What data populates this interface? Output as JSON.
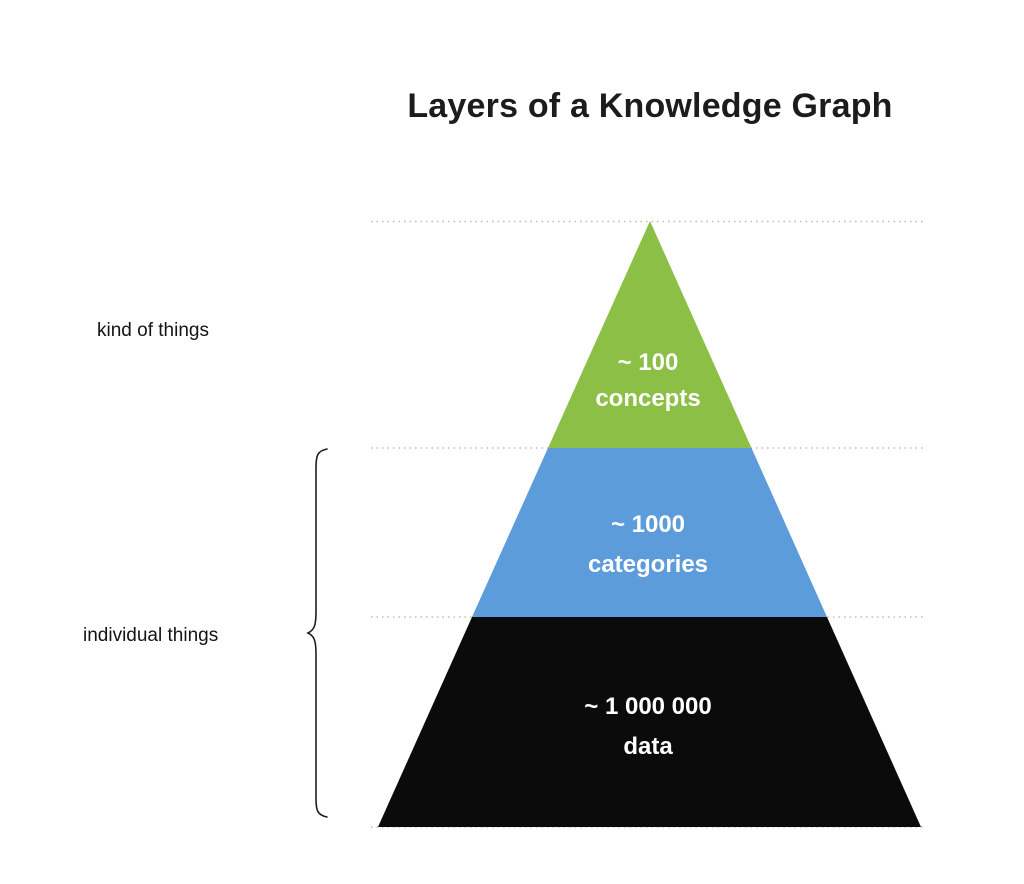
{
  "title": "Layers of a Knowledge Graph",
  "colors": {
    "title_text": "#1c1c1c",
    "label_text": "#141414",
    "layer_text": "#ffffff",
    "boundary_line": "#bdbdbd",
    "concepts": "#8cbf45",
    "categories": "#5d9cdb",
    "data": "#0b0b0b"
  },
  "side_labels": {
    "kinds": "kind of things",
    "individuals": "individual things"
  },
  "diagram": {
    "type": "pyramid",
    "layers": [
      {
        "id": "concepts",
        "count": "~ 100",
        "label": "concepts",
        "color": "#8cbf45"
      },
      {
        "id": "categories",
        "count": "~ 1000",
        "label": "categories",
        "color": "#5d9cdb"
      },
      {
        "id": "data",
        "count": "~ 1 000 000",
        "label": "data",
        "color": "#0b0b0b"
      }
    ]
  }
}
